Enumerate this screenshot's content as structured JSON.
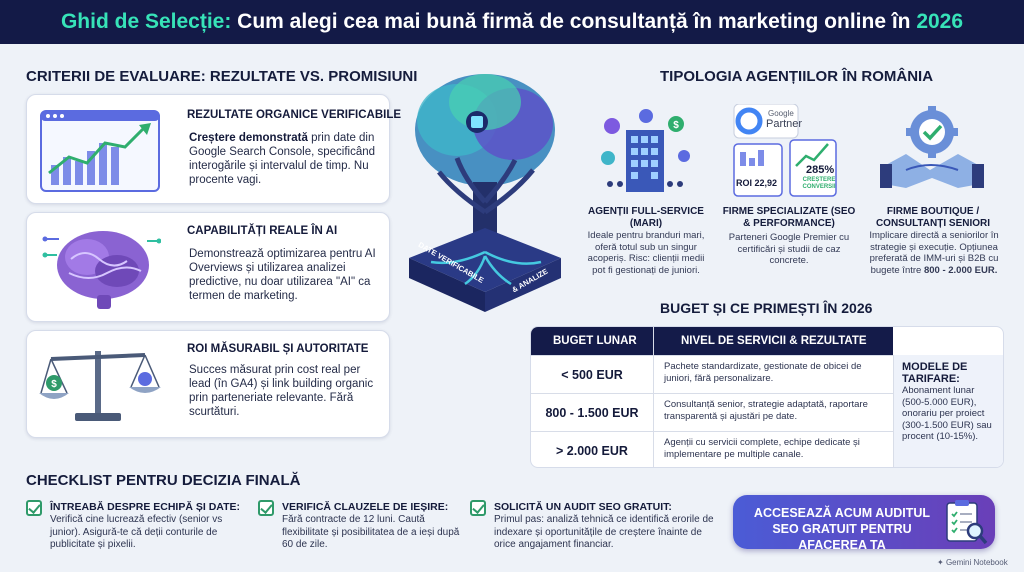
{
  "header": {
    "title_highlight": "Ghid de Selecție:",
    "title_main": " Cum alegi cea mai bună firmă de consultanță în marketing online în ",
    "title_year": "2026"
  },
  "criteria": {
    "title": "CRITERII DE EVALUARE: REZULTATE VS. PROMISIUNI",
    "items": [
      {
        "title": "REZULTATE ORGANICE VERIFICABILE",
        "text_bold": "Creștere demonstrată",
        "text": " prin date din Google Search Console, specificând interogările și intervalul de timp. Nu procente vagi."
      },
      {
        "title": "CAPABILITĂȚI REALE ÎN AI",
        "text": "Demonstrează optimizarea pentru AI Overviews și utilizarea analizei predictive, nu doar utilizarea \"AI\" ca termen de marketing."
      },
      {
        "title": "ROI MĂSURABIL ȘI AUTORITATE",
        "text": "Succes măsurat prin cost real per lead (în GA4) și link building organic prin parteneriate relevante. Fără scurtături."
      }
    ],
    "tree_ribbon_left": "DATE VERIFICABILE",
    "tree_ribbon_right": "& ANALIZE"
  },
  "typology": {
    "title": "TIPOLOGIA AGENȚIILOR ÎN ROMÂNIA",
    "items": [
      {
        "title": "AGENȚII FULL-SERVICE (MARI)",
        "text": "Ideale pentru branduri mari, oferă totul sub un singur acoperiș. Risc: clienții medii pot fi gestionați de juniori."
      },
      {
        "title": "FIRME SPECIALIZATE (SEO & PERFORMANCE)",
        "text": "Parteneri Google Premier cu certificări și studii de caz concrete.",
        "badge_google": "Google",
        "badge_partner": "Partner",
        "stat_roi": "ROI 22,92",
        "stat_growth": "285%",
        "stat_growth_label": "CREȘTERE CONVERSII"
      },
      {
        "title": "FIRME BOUTIQUE / CONSULTANȚI SENIORI",
        "text_before": "Implicare directă a seniorilor în strategie și execuție. Opțiunea preferată de IMM-uri și B2B cu bugete între ",
        "text_bold": "800 - 2.000 EUR."
      }
    ]
  },
  "budget": {
    "title": "BUGET ȘI CE PRIMEȘTI ÎN 2026",
    "col_budget": "BUGET LUNAR",
    "col_level": "NIVEL DE SERVICII & REZULTATE",
    "rows": [
      {
        "amount": "< 500 EUR",
        "desc": "Pachete standardizate, gestionate de obicei de juniori, fără personalizare."
      },
      {
        "amount": "800 - 1.500 EUR",
        "desc": "Consultanță senior, strategie adaptată, raportare transparentă și ajustări pe date."
      },
      {
        "amount": "> 2.000 EUR",
        "desc": "Agenții cu servicii complete, echipe dedicate și implementare pe multiple canale."
      }
    ],
    "models_title": "MODELE DE TARIFARE:",
    "models_text": "Abonament lunar (500-5.000 EUR), onorariu per proiect (300-1.500 EUR) sau procent (10-15%)."
  },
  "checklist": {
    "title": "CHECKLIST PENTRU DECIZIA FINALĂ",
    "items": [
      {
        "title": "ÎNTREABĂ DESPRE ECHIPĂ ȘI DATE:",
        "text": "Verifică cine lucrează efectiv (senior vs junior). Asigură-te că deții conturile de publicitate și pixelii."
      },
      {
        "title": "VERIFICĂ CLAUZELE DE IEȘIRE:",
        "text": "Fără contracte de 12 luni. Caută flexibilitate și posibilitatea de a ieși după 60 de zile."
      },
      {
        "title": "SOLICITĂ UN AUDIT SEO GRATUIT:",
        "text": "Primul pas: analiză tehnică ce identifică erorile de indexare și oportunitățile de creștere înainte de orice angajament financiar."
      }
    ]
  },
  "cta": {
    "label": "ACCESEAZĂ ACUM AUDITUL SEO GRATUIT PENTRU AFACEREA TA"
  },
  "footer": {
    "brand": "Gemini Notebook"
  },
  "colors": {
    "navy": "#131a47",
    "accent_green": "#37e3b8",
    "cta_start": "#4b5cd6",
    "cta_end": "#6a3fb8"
  }
}
